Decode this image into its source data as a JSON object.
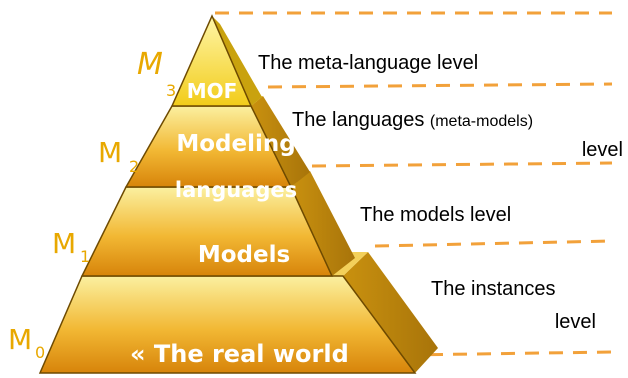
{
  "levels": {
    "m3": {
      "index": "M",
      "sub": "3",
      "box": "MOF",
      "description": "The meta-language level"
    },
    "m2": {
      "index": "M",
      "sub": "2",
      "box_line1": "Modeling",
      "box_line2": "languages",
      "description_main": "The languages ",
      "description_paren": "(meta-models)",
      "description_line2": "level"
    },
    "m1": {
      "index": "M",
      "sub": "1",
      "box": "Models",
      "description": "The models level"
    },
    "m0": {
      "index": "M",
      "sub": "0",
      "box": "« The real world",
      "description_line1": "The instances",
      "description_line2": "level"
    }
  },
  "colors": {
    "face_top": "#f8e27a",
    "face_bottom": "#d88a0c",
    "side": "#b9860c",
    "ledge": "#f3d05a",
    "dash": "#f2a13a",
    "label": "#e8a800"
  }
}
